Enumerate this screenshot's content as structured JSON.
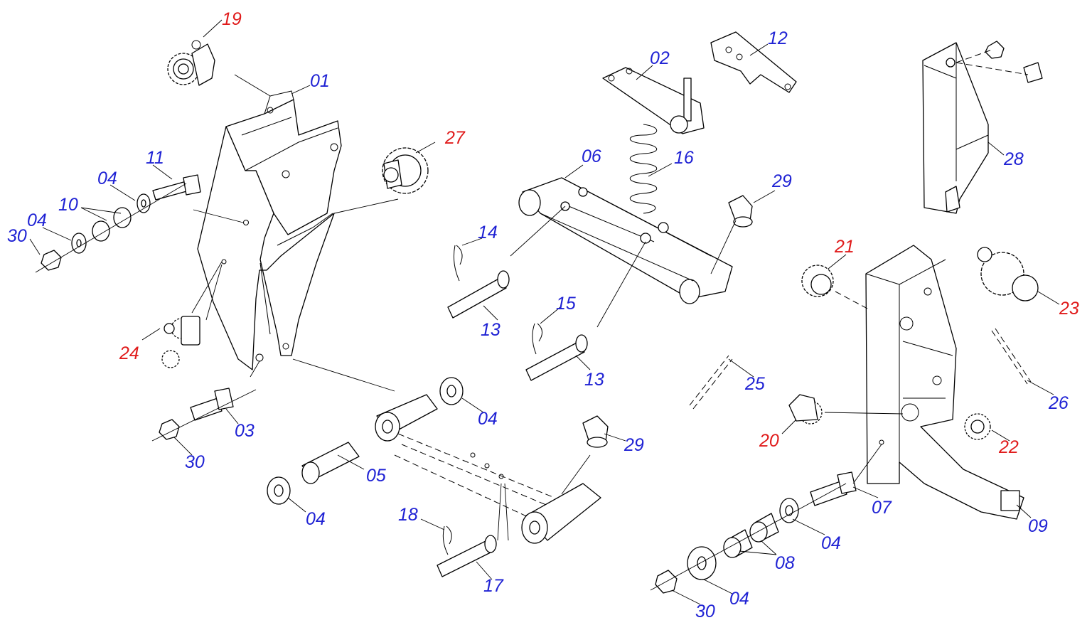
{
  "colors": {
    "blue": "#1f22d4",
    "red": "#e01b1b",
    "ink": "#000000"
  },
  "labels": [
    {
      "id": "l01",
      "text": "01",
      "color": "blue"
    },
    {
      "id": "l02",
      "text": "02",
      "color": "blue"
    },
    {
      "id": "l03",
      "text": "03",
      "color": "blue"
    },
    {
      "id": "l04a",
      "text": "04",
      "color": "blue"
    },
    {
      "id": "l04b",
      "text": "04",
      "color": "blue"
    },
    {
      "id": "l04c",
      "text": "04",
      "color": "blue"
    },
    {
      "id": "l04d",
      "text": "04",
      "color": "blue"
    },
    {
      "id": "l04e",
      "text": "04",
      "color": "blue"
    },
    {
      "id": "l04f",
      "text": "04",
      "color": "blue"
    },
    {
      "id": "l05",
      "text": "05",
      "color": "blue"
    },
    {
      "id": "l06",
      "text": "06",
      "color": "blue"
    },
    {
      "id": "l07",
      "text": "07",
      "color": "blue"
    },
    {
      "id": "l08",
      "text": "08",
      "color": "blue"
    },
    {
      "id": "l09",
      "text": "09",
      "color": "blue"
    },
    {
      "id": "l10",
      "text": "10",
      "color": "blue"
    },
    {
      "id": "l11",
      "text": "11",
      "color": "blue"
    },
    {
      "id": "l12",
      "text": "12",
      "color": "blue"
    },
    {
      "id": "l13a",
      "text": "13",
      "color": "blue"
    },
    {
      "id": "l13b",
      "text": "13",
      "color": "blue"
    },
    {
      "id": "l14",
      "text": "14",
      "color": "blue"
    },
    {
      "id": "l15",
      "text": "15",
      "color": "blue"
    },
    {
      "id": "l16",
      "text": "16",
      "color": "blue"
    },
    {
      "id": "l17",
      "text": "17",
      "color": "blue"
    },
    {
      "id": "l18",
      "text": "18",
      "color": "blue"
    },
    {
      "id": "l19",
      "text": "19",
      "color": "red"
    },
    {
      "id": "l20",
      "text": "20",
      "color": "red"
    },
    {
      "id": "l21",
      "text": "21",
      "color": "red"
    },
    {
      "id": "l22",
      "text": "22",
      "color": "red"
    },
    {
      "id": "l23",
      "text": "23",
      "color": "red"
    },
    {
      "id": "l24",
      "text": "24",
      "color": "red"
    },
    {
      "id": "l25",
      "text": "25",
      "color": "blue"
    },
    {
      "id": "l26",
      "text": "26",
      "color": "blue"
    },
    {
      "id": "l27",
      "text": "27",
      "color": "red"
    },
    {
      "id": "l28",
      "text": "28",
      "color": "blue"
    },
    {
      "id": "l29a",
      "text": "29",
      "color": "blue"
    },
    {
      "id": "l29b",
      "text": "29",
      "color": "blue"
    },
    {
      "id": "l30a",
      "text": "30",
      "color": "blue"
    },
    {
      "id": "l30b",
      "text": "30",
      "color": "blue"
    },
    {
      "id": "l30c",
      "text": "30",
      "color": "blue"
    }
  ]
}
